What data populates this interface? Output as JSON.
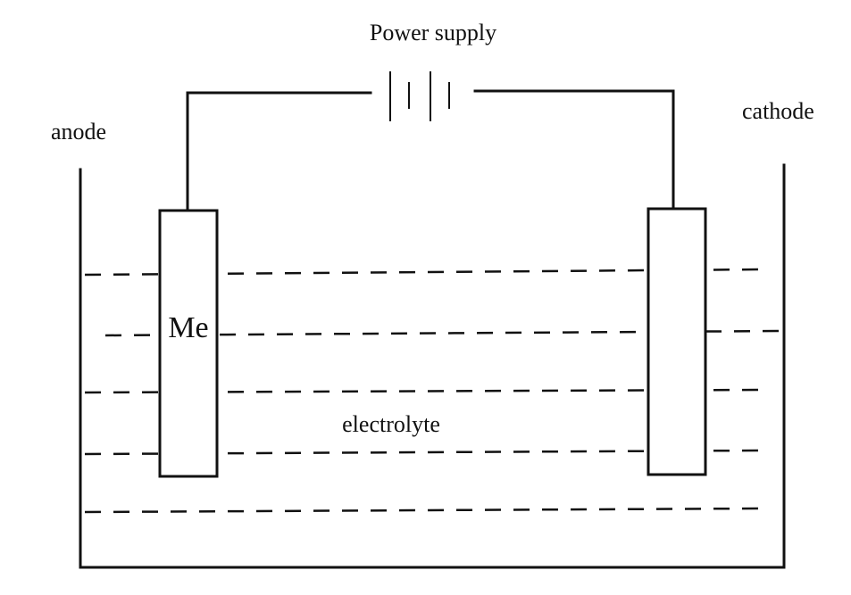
{
  "labels": {
    "power_supply": "Power supply",
    "anode": "anode",
    "cathode": "cathode",
    "metal": "Me",
    "electrolyte": "electrolyte"
  },
  "colors": {
    "ink": "#111111",
    "background": "#ffffff"
  }
}
